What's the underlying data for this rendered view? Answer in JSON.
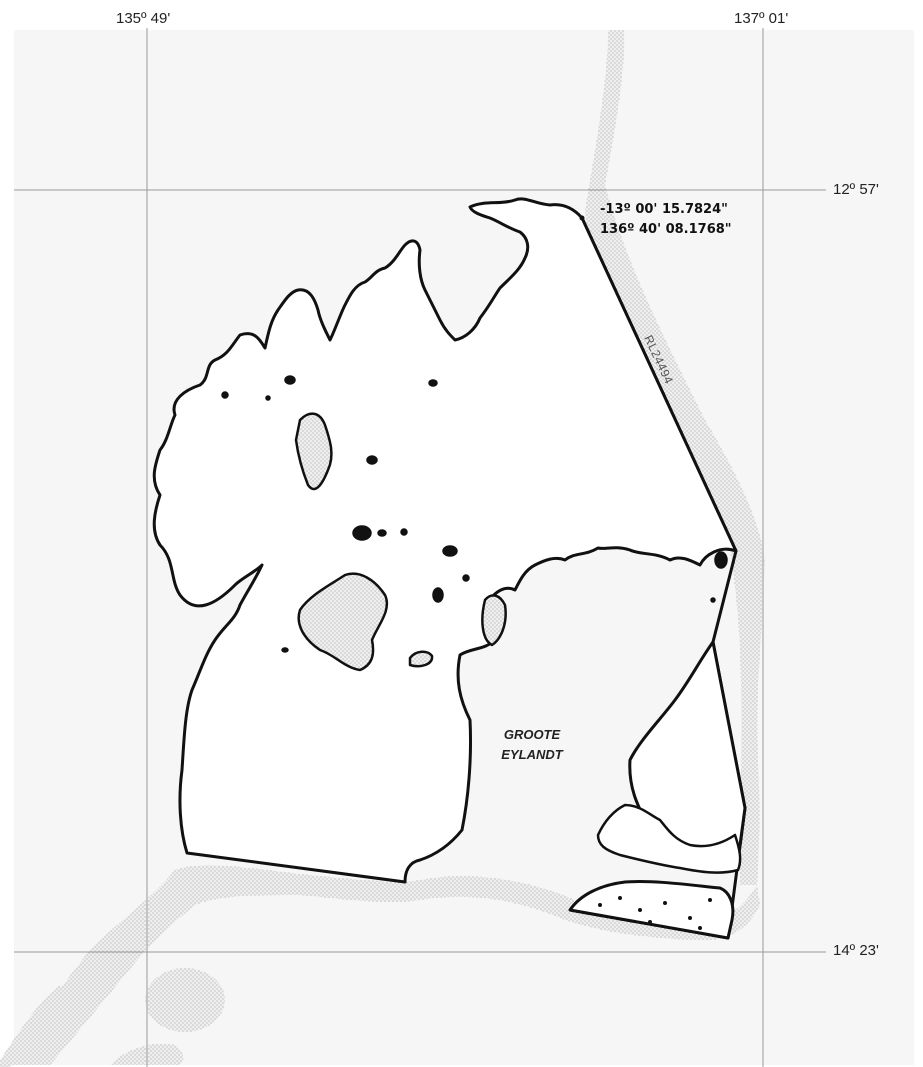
{
  "grid": {
    "lon_left": "135º 49'",
    "lon_right": "137º 01'",
    "lat_top": "12º 57'",
    "lat_bottom": "14º 23'"
  },
  "point": {
    "lat": "-13º 00' 15.7824\"",
    "lon": "136º 40' 08.1768\""
  },
  "place": {
    "line1": "GROOTE",
    "line2": "EYLANDT"
  },
  "lease": {
    "id": "RL24494"
  },
  "colors": {
    "line": "#111111",
    "grid": "#9a9a9a",
    "stipple": "#8a8a8a",
    "stipple_bg": "#efefef"
  }
}
